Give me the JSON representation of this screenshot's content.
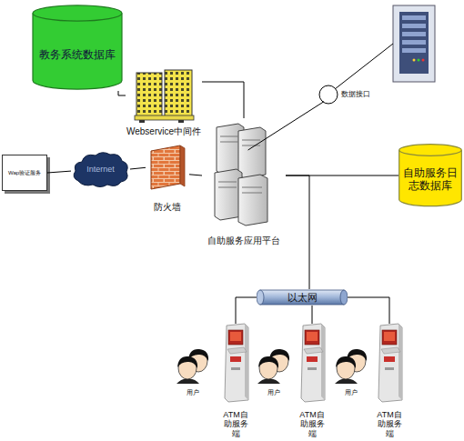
{
  "diagram": {
    "nodes": [
      {
        "text": [
          "教务系统数据库"
        ]
      },
      {
        "text": [
          "Webservice中间件"
        ]
      },
      {
        "text": [
          "数据接口"
        ]
      },
      {
        "text": [
          "Wap验证服务"
        ]
      },
      {
        "text": [
          "Internet"
        ]
      },
      {
        "text": [
          "防火墙"
        ]
      },
      {
        "text": [
          "自助服务应用平台"
        ]
      },
      {
        "text": [
          "自助服务日志数据库"
        ]
      },
      {
        "text": [
          "以太网"
        ]
      },
      {
        "text": [
          "用户"
        ]
      },
      {
        "text": [
          "ATM自助服务端"
        ]
      },
      {
        "text": [
          "用户"
        ]
      },
      {
        "text": [
          "ATM自助服务端"
        ]
      },
      {
        "text": [
          "用户"
        ]
      },
      {
        "text": [
          "ATM自助服务端"
        ]
      }
    ],
    "edges": [
      {
        "from": 0,
        "to": 1,
        "arrow": "none"
      },
      {
        "from": 1,
        "to": 6,
        "arrow": "none"
      },
      {
        "from": 6,
        "to": 2,
        "arrow": "none"
      },
      {
        "from": 3,
        "to": 4,
        "arrow": "none"
      },
      {
        "from": 4,
        "to": 5,
        "arrow": "none"
      },
      {
        "from": 5,
        "to": 6,
        "arrow": "none"
      },
      {
        "from": 6,
        "to": 7,
        "arrow": "none"
      },
      {
        "from": 6,
        "to": 8,
        "arrow": "none"
      },
      {
        "from": 8,
        "to": 10,
        "arrow": "none"
      },
      {
        "from": 8,
        "to": 12,
        "arrow": "none"
      },
      {
        "from": 8,
        "to": 14,
        "arrow": "none"
      }
    ]
  }
}
